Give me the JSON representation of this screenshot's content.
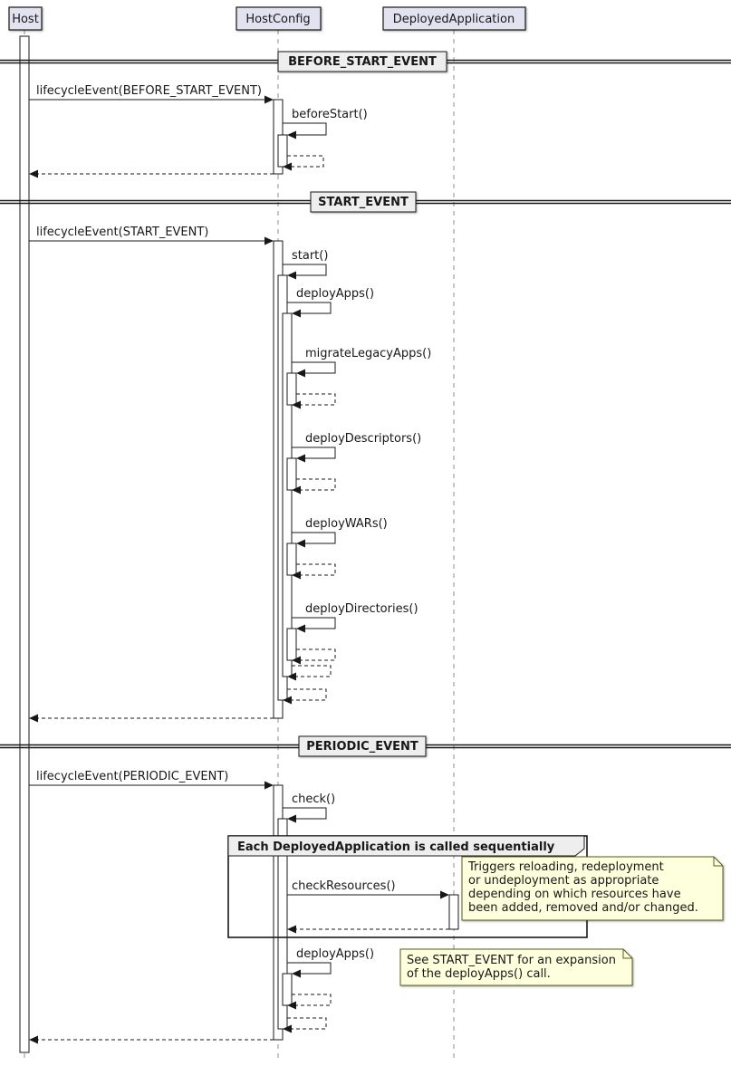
{
  "diagram": {
    "type": "uml-sequence",
    "participants": [
      {
        "name": "Host"
      },
      {
        "name": "HostConfig"
      },
      {
        "name": "DeployedApplication"
      }
    ],
    "dividers": [
      {
        "label": "BEFORE_START_EVENT"
      },
      {
        "label": "START_EVENT"
      },
      {
        "label": "PERIODIC_EVENT"
      }
    ],
    "messages": {
      "lifecycle_before_start": "lifecycleEvent(BEFORE_START_EVENT)",
      "before_start": "beforeStart()",
      "lifecycle_start": "lifecycleEvent(START_EVENT)",
      "start": "start()",
      "deploy_apps": "deployApps()",
      "migrate_legacy_apps": "migrateLegacyApps()",
      "deploy_descriptors": "deployDescriptors()",
      "deploy_wars": "deployWARs()",
      "deploy_directories": "deployDirectories()",
      "lifecycle_periodic": "lifecycleEvent(PERIODIC_EVENT)",
      "check": "check()",
      "check_resources": "checkResources()",
      "deploy_apps_periodic": "deployApps()"
    },
    "group": {
      "label": "Each DeployedApplication is called sequentially"
    },
    "notes": {
      "check_resources": {
        "lines": [
          "Triggers reloading, redeployment",
          "or undeployment as appropriate",
          "depending on which resources have",
          "been added, removed and/or changed."
        ]
      },
      "deploy_apps": {
        "lines": [
          "See START_EVENT for an expansion",
          "of the deployApps() call."
        ]
      }
    },
    "colors": {
      "participant_bg": "#E2E2F0",
      "divider_bg": "#EEEEEE",
      "group_header_bg": "#EEEEEE",
      "note_bg": "#FEFFDD",
      "line": "#181818"
    }
  }
}
